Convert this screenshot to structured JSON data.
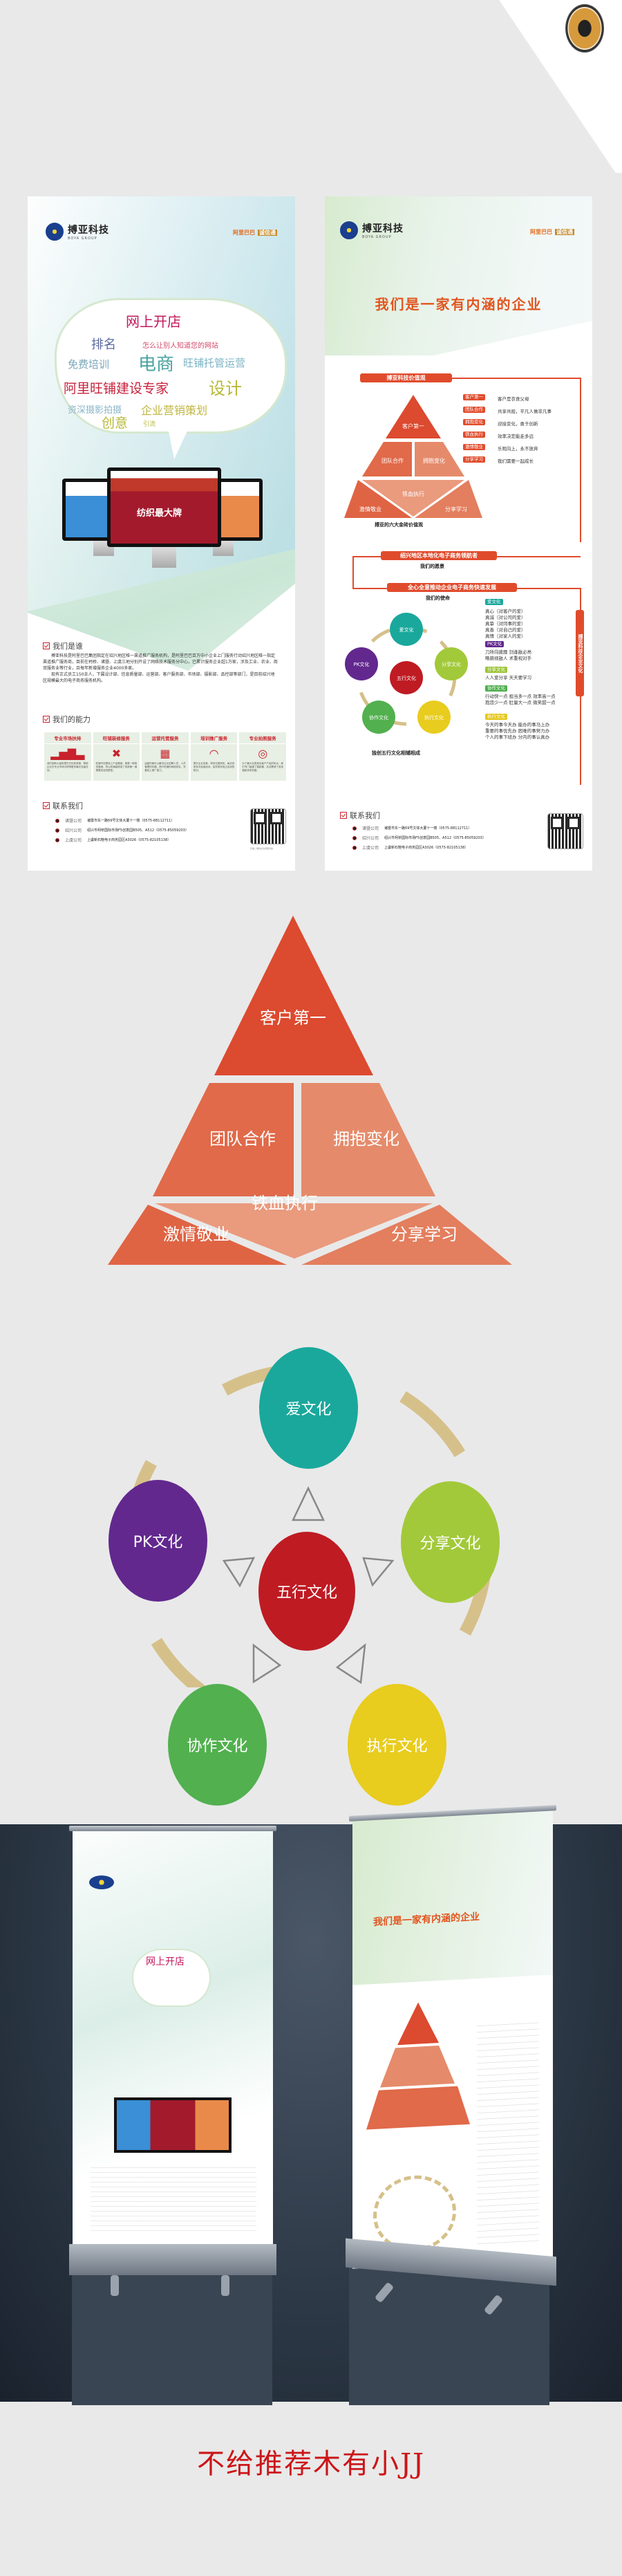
{
  "corner_badge": {
    "icon": "reaper-avatar-icon"
  },
  "poster1": {
    "logo": {
      "name": "搏亚科技",
      "sub": "BOYA GROUP"
    },
    "partner_logo": {
      "text": "阿里巴巴",
      "badge": "诚信通"
    },
    "cloud_words": [
      {
        "text": "网上开店",
        "color": "#c2185b",
        "size": 20
      },
      {
        "text": "排名",
        "color": "#5a6aa0",
        "size": 18
      },
      {
        "text": "怎么让别人知道您的网站",
        "color": "#d24a6a",
        "size": 10
      },
      {
        "text": "免费培训",
        "color": "#7aa6b8",
        "size": 15
      },
      {
        "text": "电商",
        "color": "#4aa3a0",
        "size": 26
      },
      {
        "text": "旺铺托管运营",
        "color": "#7ab3c4",
        "size": 15
      },
      {
        "text": "阿里旺铺建设专家",
        "color": "#c8223c",
        "size": 19
      },
      {
        "text": "设计",
        "color": "#b7b838",
        "size": 24
      },
      {
        "text": "资深摄影拍摄",
        "color": "#8bb6c8",
        "size": 13
      },
      {
        "text": "企业营销策划",
        "color": "#c0b640",
        "size": 16
      },
      {
        "text": "创意",
        "color": "#b7b838",
        "size": 19
      },
      {
        "text": "引流",
        "color": "#b7b838",
        "size": 9
      }
    ],
    "monitor_screen_text": "纺织最大牌",
    "who_title": "我们是谁",
    "who_paragraphs": [
      "搏亚科技是阿里巴巴集团指定在绍兴地区唯一渠道推广服务机构，是阿里巴巴百万中小企业上门服务行动绍兴地区唯一指定渠道推广服务商，目前在柯桥、诸暨、上虞三地分别开设了网络技术服务分中心，已累计服务企业超1万家，涉及工业、农业、商贸服务业等行业，且每年新增服务企业4000多家。",
      "现有正式员工150余人，下属设计部、信息质量部、运营部、客户服务部、市场部、摄影部、品控部等部门，是目前绍兴地区规模最大的电子商务服务机构。"
    ],
    "ability_title": "我们的能力",
    "abilities": [
      {
        "title": "专业市场扶持",
        "icon": "bar-chart-icon",
        "glyph": "▂▅▇▃",
        "desc": "我们拥有大量阿里巴巴优质资源，帮助企业在专业市场中获得更多曝光流量扶持。"
      },
      {
        "title": "旺铺装修服务",
        "icon": "pencil-ruler-icon",
        "glyph": "✖",
        "desc": "旺铺不但是线上产品展销，更是一种视觉营销，所以旺铺装修成了电商第一道需要攻克的壁垒。"
      },
      {
        "title": "运营托管服务",
        "icon": "calendar-icon",
        "glyph": "▦",
        "desc": "运营托管可以解决企业招聘人员、人员管理的问题，提升旺铺的网络排名，完善线上推广能力。"
      },
      {
        "title": "培训推广服务",
        "icon": "wifi-icon",
        "glyph": "◠",
        "desc": "提升企业形象，带来无限商机，每月安排多次免费培训，给您带来真正实用的知识。"
      },
      {
        "title": "专业拍照服务",
        "icon": "target-icon",
        "glyph": "◎",
        "desc": "为了最大化表现出客户产品的特点，我们专门组建了摄影棚，并且聘请了资深摄影师来拍摄。"
      }
    ],
    "contact_title": "联系我们",
    "contacts": [
      {
        "name": "诸暨公司",
        "addr": "诸暨市东一路69号文体大厦十一楼（0575-88112711）"
      },
      {
        "name": "绍兴公司",
        "addr": "绍兴市柯桥国际市场F5创意园B505、A512（0575-85059203）"
      },
      {
        "name": "上虞公司",
        "addr": "上虞新石鞋电子商务园区A3026（0575-82105138）"
      }
    ],
    "qr_caption": "扫描二维码关注搏亚科技"
  },
  "poster2": {
    "logo": {
      "name": "搏亚科技",
      "sub": "BOYA GROUP"
    },
    "partner_logo": {
      "text": "阿里巴巴",
      "badge": "诚信通"
    },
    "title": "我们是一家有内涵的企业",
    "values_header": "搏亚科技价值观",
    "values": [
      {
        "tag": "客户第一",
        "desc": "客户是衣食父母"
      },
      {
        "tag": "团队合作",
        "desc": "共享共担，平凡人做非凡事"
      },
      {
        "tag": "拥抱变化",
        "desc": "迎接变化，勇于创新"
      },
      {
        "tag": "铁血执行",
        "desc": "效率决定能走多远"
      },
      {
        "tag": "激情敬业",
        "desc": "乐观向上，永不放弃"
      },
      {
        "tag": "分享学习",
        "desc": "我们需要一起成长"
      }
    ],
    "pyramid_caption": "搏亚的六大金砖价值观",
    "vision": {
      "label": "绍兴地区本地化电子商务领航者",
      "caption": "我们的愿景"
    },
    "mission": {
      "label": "全心全意推动企业电子商务快速发展",
      "caption": "我们的使命"
    },
    "culture_side_label": "搏亚科技企业文化",
    "cultures": [
      {
        "tag": "爱文化",
        "color": "#1aa89c",
        "text": "真心（对客户的爱）\n真诚（对公司的爱）\n真挚（对同事的爱）\n真善（对自己的爱）\n真情（对家人的爱）"
      },
      {
        "tag": "PK文化",
        "color": "#63278f",
        "text": "刀所向披靡 剑逢敌必亮\n略藐视敌人 术重视对手"
      },
      {
        "tag": "分享文化",
        "color": "#9dc43a",
        "text": "人人爱分享 天天要学习"
      },
      {
        "tag": "协作文化",
        "color": "#4cae4c",
        "text": "行动快一点 担当多一点 效率高一点\n抱怨少一点 肚量大一点 微笑甜一点"
      },
      {
        "tag": "执行文化",
        "color": "#e4c71c",
        "text": "今天的事今天办 能办的事马上办\n重要的事优先办 困难的事努力办\n个人的事下班办 分内的事认真办"
      }
    ],
    "culture_caption": "独创五行文化相辅相成",
    "contact_title": "联系我们",
    "contacts": [
      {
        "name": "诸暨公司",
        "addr": "诸暨市东一路69号文体大厦十一楼（0575-88112711）"
      },
      {
        "name": "绍兴公司",
        "addr": "绍兴市柯桥国际市场F5创意园B505、A512（0575-85059203）"
      },
      {
        "name": "上虞公司",
        "addr": "上虞新石鞋电子商务园区A3026（0575-82105138）"
      }
    ]
  },
  "big_pyramid": {
    "tiers": [
      {
        "label": "客户第一",
        "color": "#dc4a2f"
      },
      {
        "label": "团队合作",
        "color": "#e06a4a"
      },
      {
        "label": "拥抱变化",
        "color": "#e58b6b"
      },
      {
        "label": "激情敬业",
        "color": "#df6444"
      },
      {
        "label": "铁血执行",
        "color": "#ea9a7d"
      },
      {
        "label": "分享学习",
        "color": "#e37e5e"
      }
    ]
  },
  "big_culture": {
    "center": {
      "label": "五行文化",
      "color": "#bf1b23"
    },
    "nodes": [
      {
        "label": "爱文化",
        "color": "#1aa89c"
      },
      {
        "label": "分享文化",
        "color": "#a2c93a"
      },
      {
        "label": "执行文化",
        "color": "#e8cc1e"
      },
      {
        "label": "协作文化",
        "color": "#52b04f"
      },
      {
        "label": "PK文化",
        "color": "#62288e"
      }
    ],
    "ring_color": "#d6c08a"
  },
  "mockup": {
    "left_cloud_title": "网上开店",
    "right_title": "我们是一家有内涵的企业"
  },
  "caption": "不给推荐木有小JJ"
}
